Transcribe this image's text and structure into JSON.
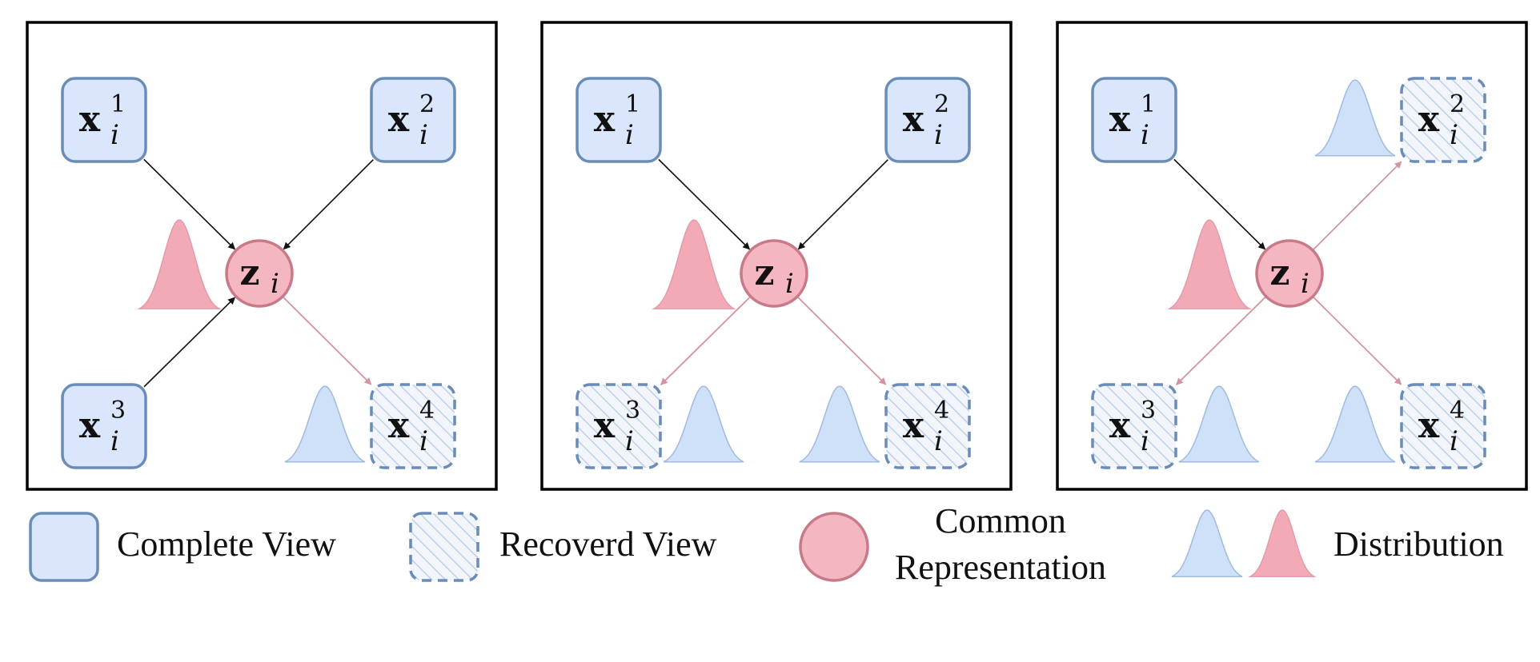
{
  "colors": {
    "view_fill": "#d9e6fb",
    "view_stroke": "#6a8cb8",
    "rep_fill": "#f4b6c0",
    "rep_stroke": "#c97a88",
    "blue_dist": "#cfe0f9",
    "blue_dist_stroke": "#9fbbe0",
    "pink_dist": "#f2aab6",
    "black_arrow": "#111111",
    "pink_arrow": "#d493a0",
    "panel_border": "#000000"
  },
  "nodes": {
    "x1": {
      "var": "x",
      "sub": "i",
      "sup": "1"
    },
    "x2": {
      "var": "x",
      "sub": "i",
      "sup": "2"
    },
    "x3": {
      "var": "x",
      "sub": "i",
      "sup": "3"
    },
    "x4": {
      "var": "x",
      "sub": "i",
      "sup": "4"
    },
    "z": {
      "var": "z",
      "sub": "i"
    }
  },
  "panels": [
    {
      "name": "panel-1",
      "complete_views": [
        "x1",
        "x2",
        "x3"
      ],
      "recovered_views": [
        "x4"
      ]
    },
    {
      "name": "panel-2",
      "complete_views": [
        "x1",
        "x2"
      ],
      "recovered_views": [
        "x3",
        "x4"
      ]
    },
    {
      "name": "panel-3",
      "complete_views": [
        "x1"
      ],
      "recovered_views": [
        "x2",
        "x3",
        "x4"
      ]
    }
  ],
  "legend": {
    "complete_view": "Complete View",
    "recovered_view": "Recoverd View",
    "common_representation_line1": "Common",
    "common_representation_line2": "Representation",
    "distribution": "Distribution"
  }
}
